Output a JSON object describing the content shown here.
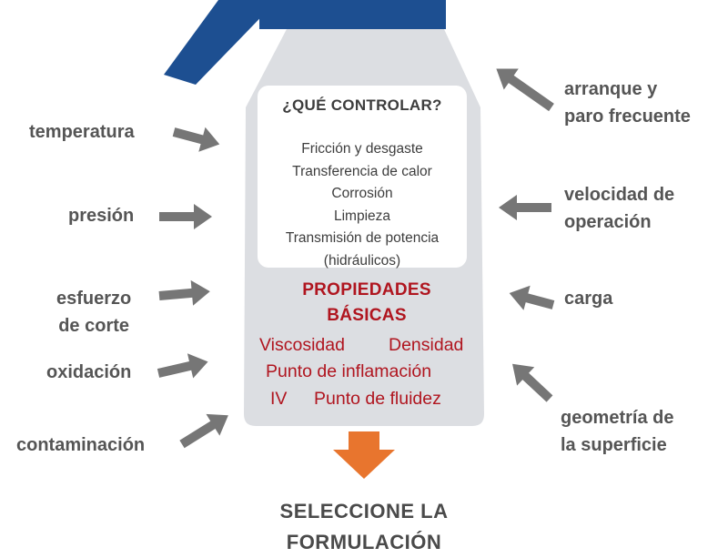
{
  "colors": {
    "handle": "#1d4f91",
    "bottle": "#dcdee2",
    "arrow": "#767676",
    "down_arrow": "#e8752e",
    "accent_text": "#b0151f",
    "factor_text": "#555555"
  },
  "factors_left": [
    {
      "lines": [
        "temperatura"
      ]
    },
    {
      "lines": [
        "presión"
      ]
    },
    {
      "lines": [
        "esfuerzo",
        "de corte"
      ]
    },
    {
      "lines": [
        "oxidación"
      ]
    },
    {
      "lines": [
        "contaminación"
      ]
    }
  ],
  "factors_right": [
    {
      "lines": [
        "arranque y",
        "paro frecuente"
      ]
    },
    {
      "lines": [
        "velocidad de",
        "operación"
      ]
    },
    {
      "lines": [
        "carga"
      ]
    },
    {
      "lines": [
        "geometría de",
        "la superficie"
      ]
    }
  ],
  "control_box": {
    "title": "¿QUÉ CONTROLAR?",
    "items": [
      "Fricción y desgaste",
      "Transferencia de calor",
      "Corrosión",
      "Limpieza",
      "Transmisión de potencia",
      "(hidráulicos)"
    ]
  },
  "properties": {
    "title_lines": [
      "PROPIEDADES",
      "BÁSICAS"
    ],
    "items": [
      "Viscosidad",
      "Densidad",
      "Punto de inflamación",
      "IV",
      "Punto de fluidez"
    ]
  },
  "result": {
    "lines": [
      "SELECCIONE LA",
      "FORMULACIÓN"
    ]
  }
}
